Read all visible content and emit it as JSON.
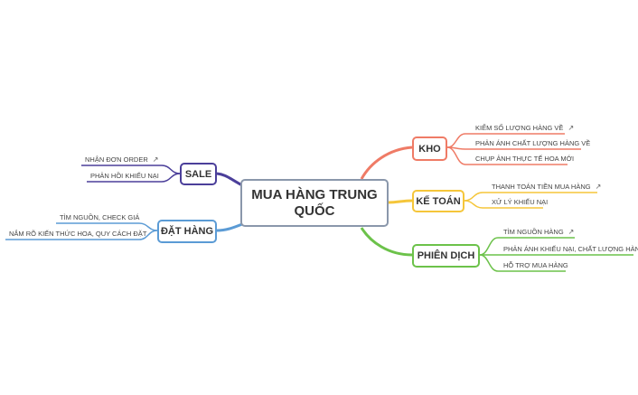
{
  "central": {
    "title": "MUA HÀNG TRUNG QUỐC"
  },
  "branches": {
    "kho": {
      "label": "KHO",
      "color": "#ef7b66",
      "items": [
        "KIỂM SỐ LƯỢNG HÀNG VỀ",
        "PHẢN ÁNH CHẤT LƯỢNG HÀNG VỀ",
        "CHỤP ẢNH THỰC TẾ HOA MỚI"
      ]
    },
    "ketoan": {
      "label": "KẾ TOÁN",
      "color": "#f5c63a",
      "items": [
        "THANH TOÁN TIỀN MUA HÀNG",
        "XỬ LÝ KHIẾU NẠI"
      ]
    },
    "phiendich": {
      "label": "PHIÊN DỊCH",
      "color": "#6cc24a",
      "items": [
        "TÌM NGUỒN HÀNG",
        "PHẢN ÁNH KHIẾU NẠI, CHẤT LƯỢNG HÀNG",
        "HỖ TRỢ MUA HÀNG"
      ]
    },
    "sale": {
      "label": "SALE",
      "color": "#4b3f9a",
      "items": [
        "NHẬN ĐƠN ORDER",
        "PHẢN HỒI KHIẾU NẠI"
      ]
    },
    "dathang": {
      "label": "ĐẶT HÀNG",
      "color": "#5b9bd5",
      "items": [
        "TÌM NGUỒN, CHECK GIÁ",
        "NẮM RÕ KIẾN THỨC HOA, QUY CÁCH ĐẶT"
      ]
    }
  },
  "icons": {
    "link": "external-link-icon"
  }
}
